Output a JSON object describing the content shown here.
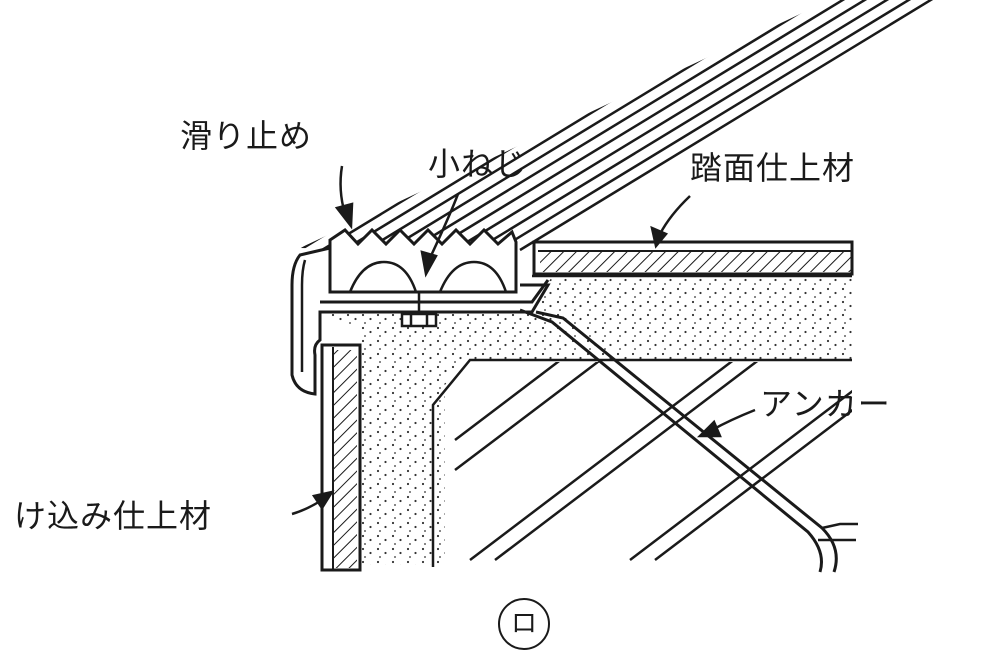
{
  "diagram": {
    "labels": {
      "slip_stop": "滑り止め",
      "small_screw": "小ねじ",
      "tread_finish": "踏面仕上材",
      "anchor": "アンカー",
      "riser_finish": "け込み仕上材"
    },
    "figure_id": "ロ",
    "colors": {
      "line": "#1a1a1a",
      "background": "#ffffff",
      "concrete_dot": "#333333"
    }
  }
}
